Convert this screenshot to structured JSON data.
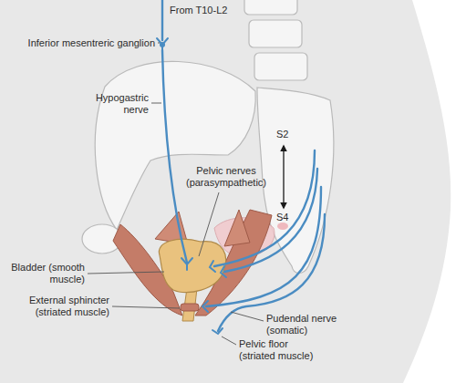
{
  "diagram": {
    "labels": [
      "From T10-L2",
      "Inferior mesentreric ganglion",
      "Hypogastric nerve",
      "S2",
      "Pelvic nerves (parasympathetic)",
      "S4",
      "Bladder (smooth muscle)",
      "External sphincter (striated muscle)",
      "Pudendal nerve (somatic)",
      "Pelvic floor (striated muscle)"
    ]
  }
}
